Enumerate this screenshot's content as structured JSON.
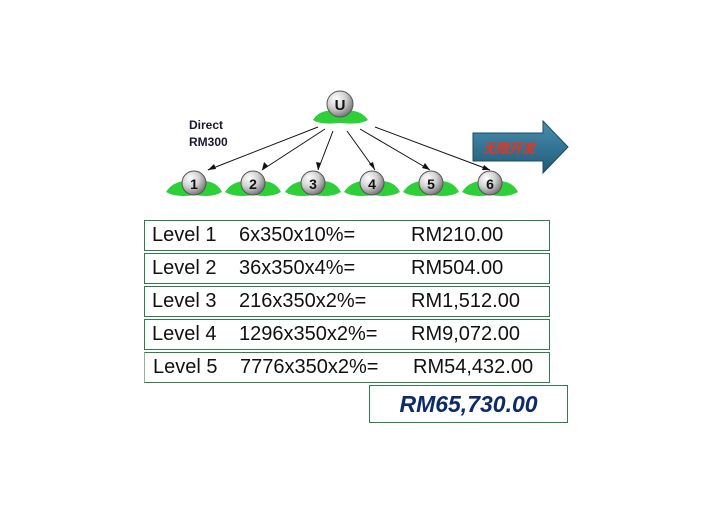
{
  "tree": {
    "root": {
      "label": "U"
    },
    "children": [
      {
        "label": "1"
      },
      {
        "label": "2"
      },
      {
        "label": "3"
      },
      {
        "label": "4"
      },
      {
        "label": "5"
      },
      {
        "label": "6"
      }
    ],
    "direct": {
      "line1": "Direct",
      "line2": "RM300"
    },
    "arrow": {
      "label": "无限开发"
    }
  },
  "levels": [
    {
      "level": "Level 1",
      "formula": "6x350x10%=",
      "amount": "RM210.00"
    },
    {
      "level": "Level 2",
      "formula": "36x350x4%=",
      "amount": "RM504.00"
    },
    {
      "level": "Level 3",
      "formula": "216x350x2%=",
      "amount": "RM1,512.00"
    },
    {
      "level": "Level 4",
      "formula": "1296x350x2%=",
      "amount": "RM9,072.00"
    },
    {
      "level": "Level 5",
      "formula": "7776x350x2%=",
      "amount": "RM54,432.00"
    }
  ],
  "total": "RM65,730.00",
  "colors": {
    "node_fill": "#cfcfcf",
    "leaf_green": "#2fcf3a",
    "border_green": "#2f7d4b",
    "arrow_fill": "#2c6e8e",
    "arrow_text": "#e8321e",
    "total_text": "#0d2b6b"
  }
}
